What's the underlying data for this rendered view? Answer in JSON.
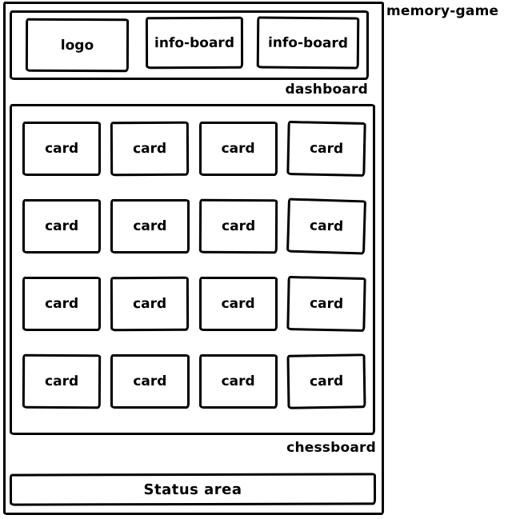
{
  "annotations": {
    "memory_game": "memory-game",
    "dashboard": "dashboard",
    "chessboard": "chessboard"
  },
  "dashboard": {
    "logo_label": "logo",
    "info_boards": [
      "info-board",
      "info-board"
    ]
  },
  "chessboard": {
    "cards": [
      "card",
      "card",
      "card",
      "card",
      "card",
      "card",
      "card",
      "card",
      "card",
      "card",
      "card",
      "card",
      "card",
      "card",
      "card",
      "card"
    ]
  },
  "status": {
    "label": "Status area"
  },
  "colors": {
    "line": "#000000",
    "background": "#ffffff",
    "text": "#000000"
  }
}
